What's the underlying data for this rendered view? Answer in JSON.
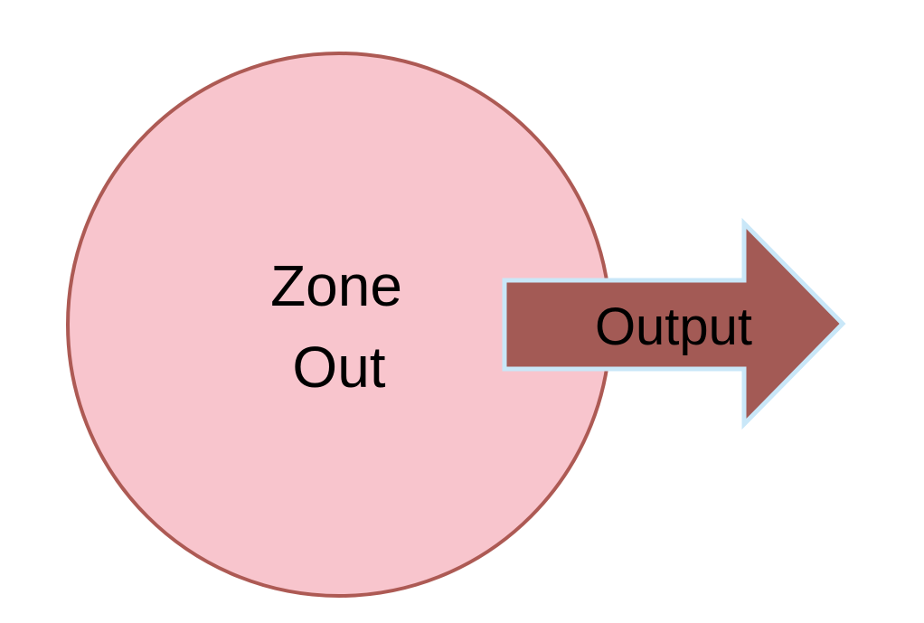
{
  "diagram": {
    "zone": {
      "line1": "Zone",
      "line2": "Out"
    },
    "arrow": {
      "label": "Output"
    }
  },
  "colors": {
    "zone_fill": "#F8C5CD",
    "zone_stroke": "#AD5A54",
    "arrow_fill": "#A35A55",
    "arrow_stroke": "#C9E7F8"
  }
}
